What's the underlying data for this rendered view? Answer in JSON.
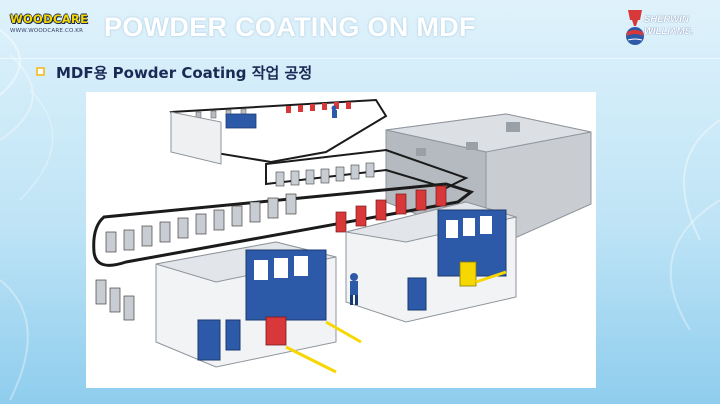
{
  "brand_left": {
    "name": "WOODCARE",
    "url": "WWW.WOODCARE.CO.KR"
  },
  "brand_right": {
    "line1": "SHERWIN",
    "line2": "WILLIAMS."
  },
  "slide": {
    "title": "POWDER COATING ON MDF",
    "bullet": "MDF용 Powder Coating 작업 공정"
  },
  "colors": {
    "title_text": "#ffffff",
    "bullet_text": "#1a2a55",
    "bullet_marker": "#f0c64a",
    "woodcare_yellow": "#f6d800",
    "booth_blue": "#2d5aa8",
    "part_red": "#d8383a",
    "rail_black": "#1b1b1b"
  },
  "figure": {
    "subject": "powder-coating-line-illustration"
  }
}
